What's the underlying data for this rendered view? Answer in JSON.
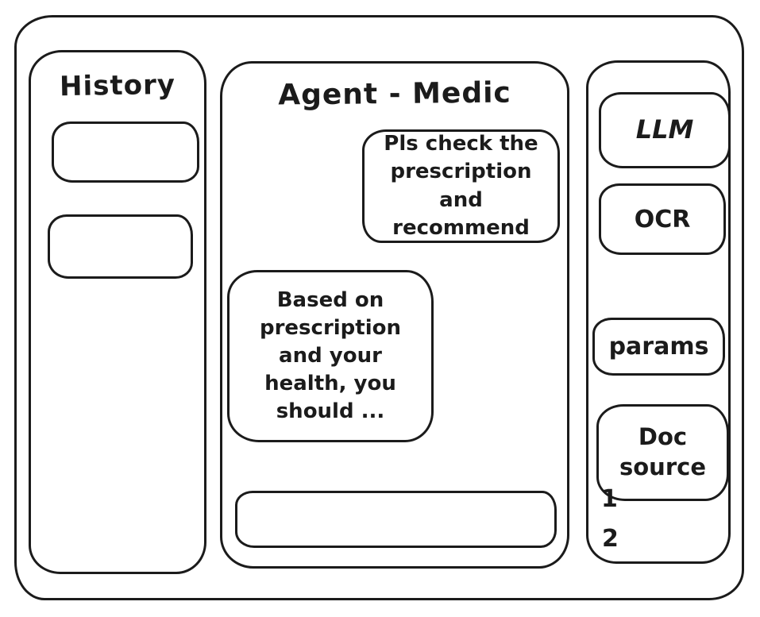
{
  "colors": {
    "ink": "#1b1b1b",
    "background": "#ffffff"
  },
  "history_panel": {
    "title": "History",
    "items": [
      {
        "label": ""
      },
      {
        "label": ""
      }
    ]
  },
  "chat": {
    "title": "Agent - Medic",
    "messages": [
      {
        "role": "user",
        "text": "Pls check the\nprescription\nand recommend"
      },
      {
        "role": "assistant",
        "text": "Based on\nprescription\nand your\nhealth, you\nshould ..."
      }
    ],
    "input": {
      "value": "",
      "placeholder": ""
    }
  },
  "tools_panel": {
    "buttons": [
      {
        "label": "LLM"
      },
      {
        "label": "OCR"
      },
      {
        "label": "params"
      },
      {
        "label": "Doc source"
      }
    ],
    "doc_source_items": [
      "1",
      "2"
    ]
  }
}
